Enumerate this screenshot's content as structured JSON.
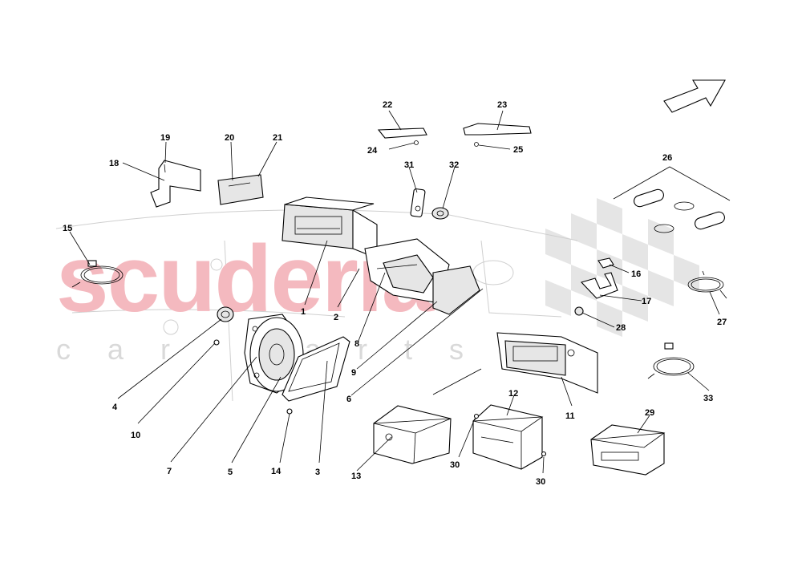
{
  "watermark": {
    "brand": "scuderia",
    "sub": "car parts"
  },
  "callouts": [
    "1",
    "2",
    "3",
    "4",
    "5",
    "6",
    "7",
    "8",
    "9",
    "10",
    "11",
    "12",
    "13",
    "14",
    "15",
    "16",
    "17",
    "18",
    "19",
    "20",
    "21",
    "22",
    "23",
    "24",
    "25",
    "26",
    "27",
    "28",
    "29",
    "30",
    "30",
    "31",
    "32",
    "33"
  ],
  "icons": {
    "direction": "direction-arrow-icon"
  }
}
